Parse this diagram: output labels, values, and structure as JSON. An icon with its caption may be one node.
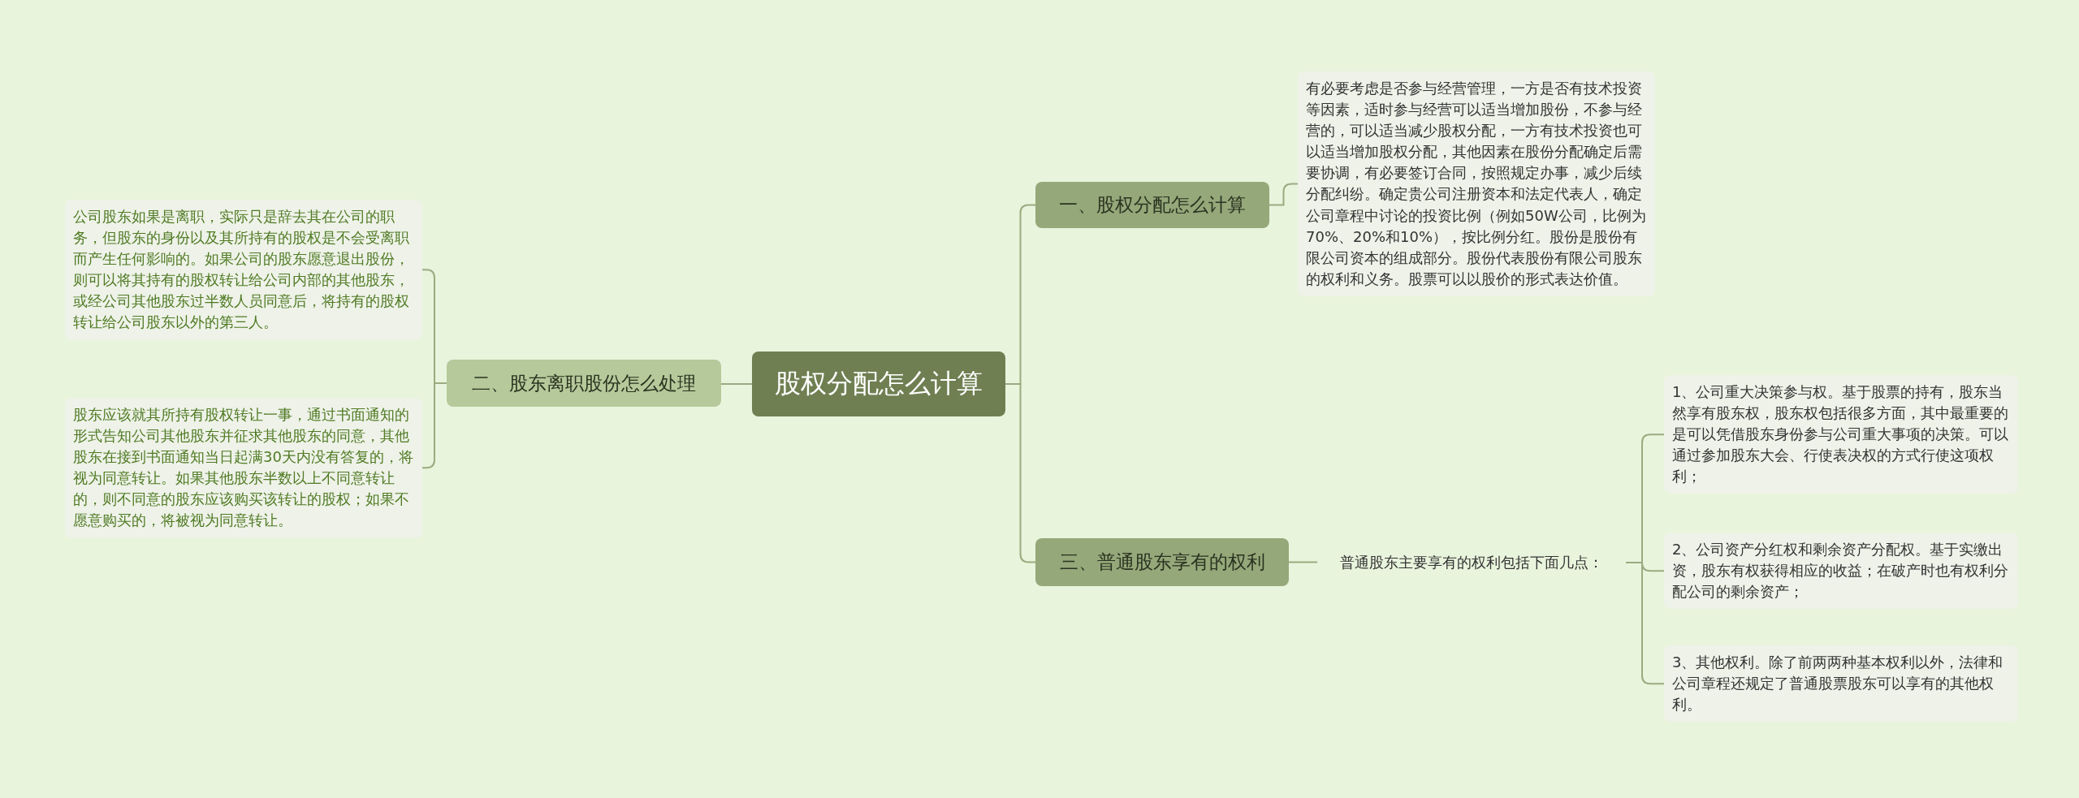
{
  "diagram": {
    "nodes": [
      {
        "text": [
          "股权分配怎么计算"
        ]
      },
      {
        "text": [
          "一、股权分配怎么计算"
        ]
      },
      {
        "text": [
          "有必要考虑是否参与经营管理，一方是否有技术投资等因素，适时参与经营可以适当增加股份，不参与经营的，可以适当减少股权分配，一方有技术投资也可以适当增加股权分配，其他因素在股份分配确定后需要协调，有必要签订合同，按照规定办事，减少后续分配纠纷。确定贵公司注册资本和法定代表人，确定公司章程中讨论的投资比例（例如50W公司，比例为70%、20%和10%），按比例分红。股份是股份有限公司资本的组成部分。股份代表股份有限公司股东的权利和义务。股票可以以股价的形式表达价值。"
        ]
      },
      {
        "text": [
          "二、股东离职股份怎么处理"
        ]
      },
      {
        "text": [
          "公司股东如果是离职，实际只是辞去其在公司的职务，但股东的身份以及其所持有的股权是不会受离职而产生任何影响的。如果公司的股东愿意退出股份，则可以将其持有的股权转让给公司内部的其他股东，或经公司其他股东过半数人员同意后，将持有的股权转让给公司股东以外的第三人。"
        ]
      },
      {
        "text": [
          "股东应该就其所持有股权转让一事，通过书面通知的形式告知公司其他股东并征求其他股东的同意，其他股东在接到书面通知当日起满30天内没有答复的，将视为同意转让。如果其他股东半数以上不同意转让的，则不同意的股东应该购买该转让的股权；如果不愿意购买的，将被视为同意转让。"
        ]
      },
      {
        "text": [
          "三、普通股东享有的权利"
        ]
      },
      {
        "text": [
          "普通股东主要享有的权利包括下面几点："
        ]
      },
      {
        "text": [
          "1、公司重大决策参与权。基于股票的持有，股东当然享有股东权，股东权包括很多方面，其中最重要的是可以凭借股东身份参与公司重大事项的决策。可以通过参加股东大会、行使表决权的方式行使这项权利；"
        ]
      },
      {
        "text": [
          "2、公司资产分红权和剩余资产分配权。基于实缴出资，股东有权获得相应的收益；在破产时也有权利分配公司的剩余资产；"
        ]
      },
      {
        "text": [
          "3、其他权利。除了前两两种基本权利以外，法律和公司章程还规定了普通股票股东可以享有的其他权利。"
        ]
      }
    ],
    "edges": [
      {
        "from": 0,
        "to": 1,
        "arrow": "none"
      },
      {
        "from": 1,
        "to": 2,
        "arrow": "none"
      },
      {
        "from": 0,
        "to": 3,
        "arrow": "none"
      },
      {
        "from": 3,
        "to": 4,
        "arrow": "none"
      },
      {
        "from": 3,
        "to": 5,
        "arrow": "none"
      },
      {
        "from": 0,
        "to": 6,
        "arrow": "none"
      },
      {
        "from": 6,
        "to": 7,
        "arrow": "none"
      },
      {
        "from": 7,
        "to": 8,
        "arrow": "none"
      },
      {
        "from": 7,
        "to": 9,
        "arrow": "none"
      },
      {
        "from": 7,
        "to": 10,
        "arrow": "none"
      }
    ]
  }
}
